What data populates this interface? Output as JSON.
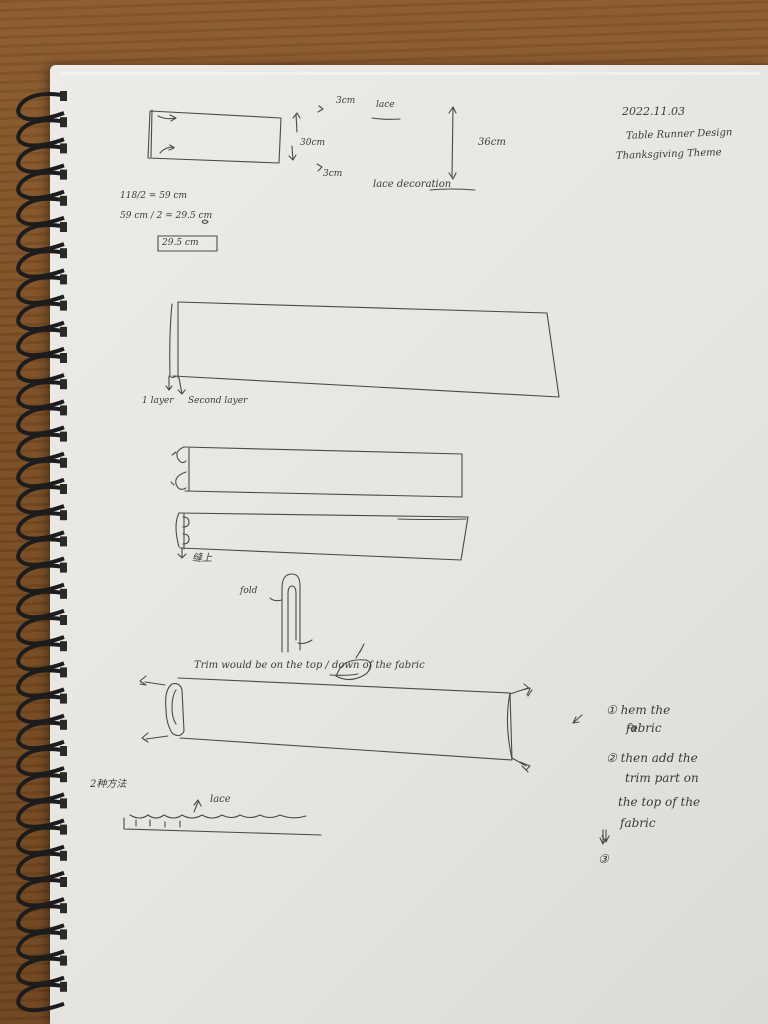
{
  "header": {
    "date": "2022.11.03",
    "title": "Table Runner Design",
    "theme": "Thanksgiving Theme"
  },
  "top_sketch": {
    "label_top": "3cm",
    "label_lace": "lace",
    "label_middle": "30cm",
    "label_bottom": "3cm",
    "label_height": "36cm",
    "label_lace_decoration": "lace decoration"
  },
  "calc": {
    "line1": "118/2 = 59 cm",
    "line2": "59 cm / 2 = 29.5 cm",
    "result": "29.5 cm"
  },
  "layers": {
    "first": "1 layer",
    "second": "Second layer"
  },
  "fold": {
    "sew_label": "缝上",
    "fold_label": "fold"
  },
  "trim_note": "Trim would be on the top / down of the fabric",
  "lace_section": {
    "title": "2种方法",
    "lace_label": "lace"
  },
  "steps": {
    "step1": "① hem the",
    "step1b": "fabric",
    "step2": "② then add the",
    "step2b": "trim part on",
    "step2c": "the top of the",
    "step2d": "fabric",
    "step3": "③"
  }
}
